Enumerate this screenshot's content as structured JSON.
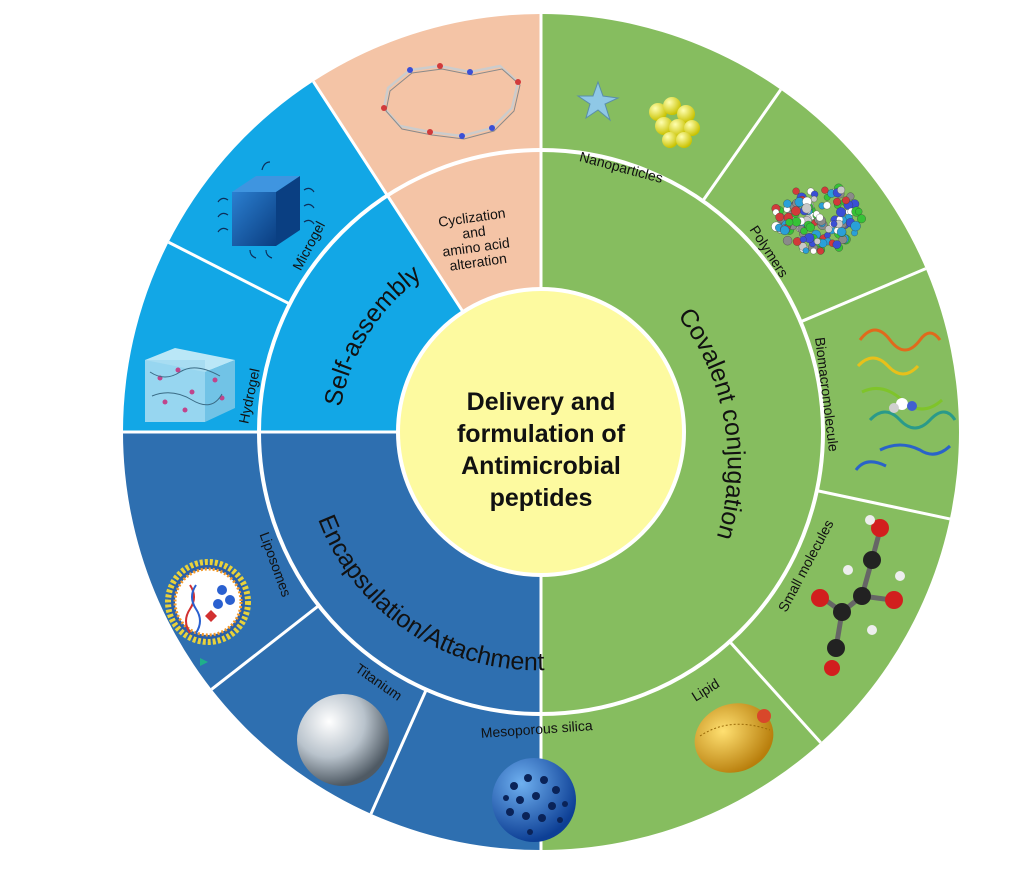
{
  "center": {
    "lines": [
      "Delivery and",
      "formulation of",
      "Antimicrobial",
      "peptides"
    ]
  },
  "categories": {
    "self_assembly": "Self-assembly",
    "encapsulation": "Encapsulation/Attachment",
    "covalent": "Covalent conjugation"
  },
  "segments": {
    "cyclization": [
      "Cyclization",
      "and",
      "amino acid",
      "alteration"
    ],
    "microgel": "Microgel",
    "hydrogel": "Hydrogel",
    "liposomes": "Liposomes",
    "titanium": "Titanium",
    "mesoporous_silica": "Mesoporous silica",
    "lipid": "Lipid",
    "small_molecules": "Small molecules",
    "biomacromolecule": "Biomacromolecule",
    "polymers": "Polymers",
    "nanoparticles": "Nanoparticles"
  },
  "colors": {
    "blue_light": "#12a7e6",
    "blue_dark": "#2e6fb0",
    "green": "#86bd5f",
    "peach": "#f4c4a6",
    "center": "#fdfaa0"
  }
}
